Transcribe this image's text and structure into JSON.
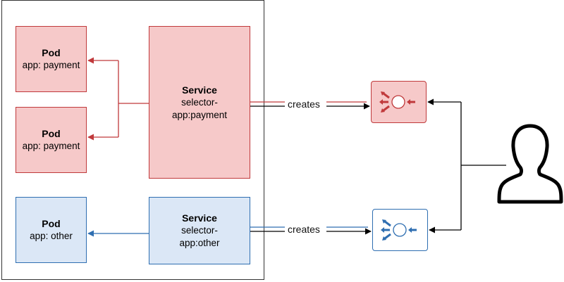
{
  "pods": [
    {
      "title": "Pod",
      "label": "app: payment",
      "color": "red"
    },
    {
      "title": "Pod",
      "label": "app: payment",
      "color": "red"
    },
    {
      "title": "Pod",
      "label": "app: other",
      "color": "blue"
    }
  ],
  "services": [
    {
      "title": "Service",
      "line1": "selector-",
      "line2": "app:payment",
      "color": "red"
    },
    {
      "title": "Service",
      "line1": "selector-",
      "line2": "app:other",
      "color": "blue"
    }
  ],
  "edges": {
    "creates_top": "creates",
    "creates_bottom": "creates"
  },
  "colors": {
    "red_fill": "#f6c9c9",
    "red_stroke": "#c0393b",
    "blue_fill": "#dbe7f6",
    "blue_stroke": "#2e6eb1",
    "black": "#000000"
  },
  "icons": {
    "load_balancer": "load-balancer-icon",
    "user": "user-icon"
  }
}
